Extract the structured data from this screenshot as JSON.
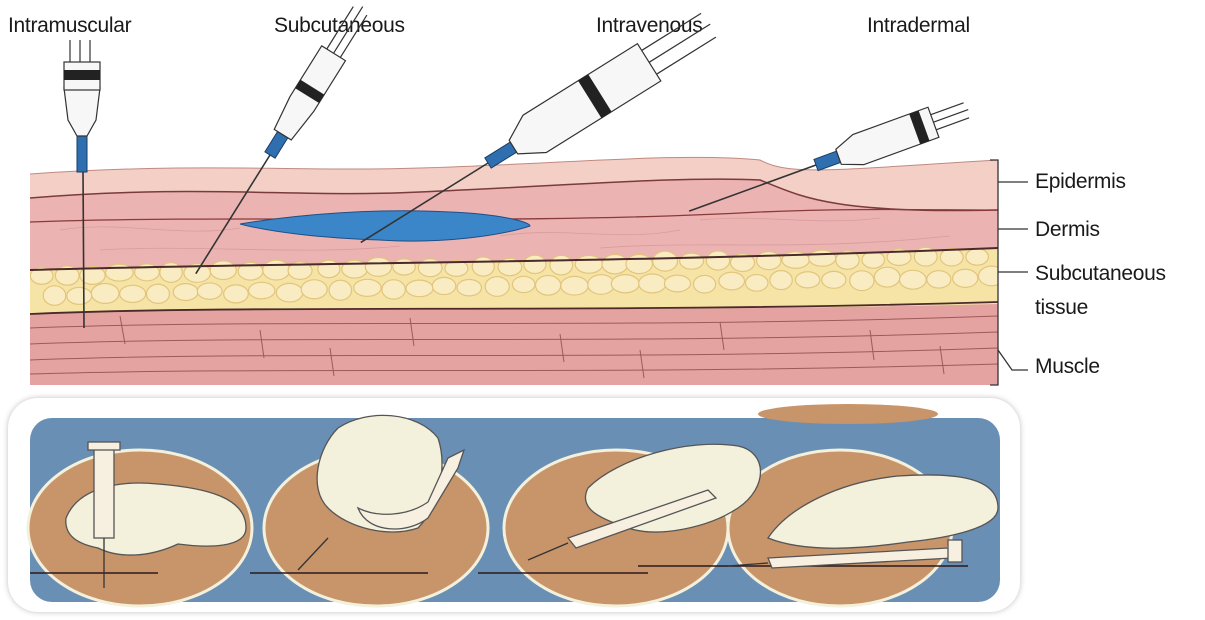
{
  "injections": {
    "intramuscular": "Intramuscular",
    "subcutaneous": "Subcutaneous",
    "intravenous": "Intravenous",
    "intradermal": "Intradermal"
  },
  "layers": {
    "epidermis": "Epidermis",
    "dermis": "Dermis",
    "subcutaneous_line1": "Subcutaneous",
    "subcutaneous_line2": "tissue",
    "muscle": "Muscle"
  },
  "colors": {
    "epidermis": "#f3cfc6",
    "dermis": "#ecb3b3",
    "fat": "#f6e3a6",
    "muscle": "#e4a3a0",
    "vein": "#3a86c8",
    "panel_bg": "#6a8fb4",
    "skin_oval": "#c8946a",
    "glove": "#f3f0dc"
  }
}
